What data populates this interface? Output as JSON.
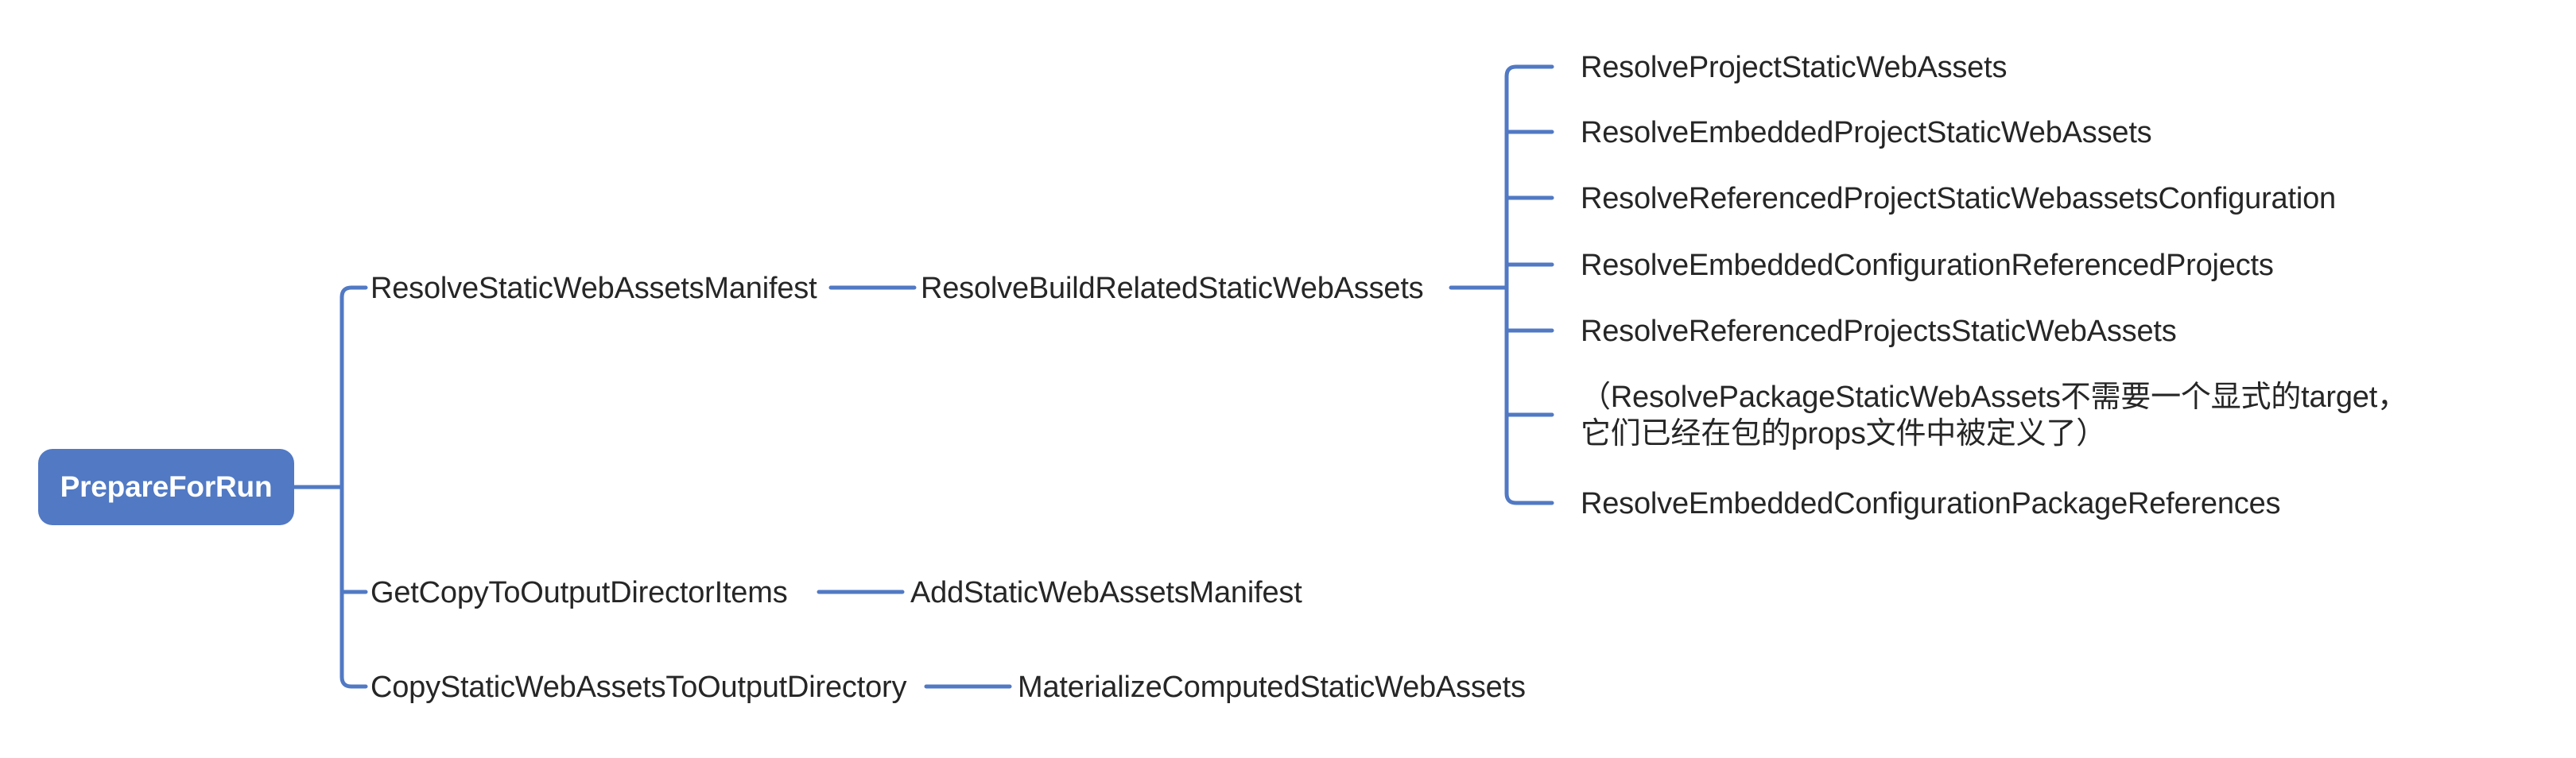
{
  "diagram": {
    "type": "mindmap",
    "title": "PrepareForRun",
    "orientation": "left-to-right",
    "colors": {
      "root_fill": "#5179c4",
      "root_text": "#ffffff",
      "connector": "#5179c4",
      "node_text": "#262626",
      "background": "#ffffff"
    }
  },
  "root": {
    "label": "PrepareForRun"
  },
  "level1": [
    {
      "label": "ResolveStaticWebAssetsManifest"
    },
    {
      "label": "GetCopyToOutputDirectorItems"
    },
    {
      "label": "CopyStaticWebAssetsToOutputDirectory"
    }
  ],
  "level2": [
    {
      "label": "ResolveBuildRelatedStaticWebAssets"
    },
    {
      "label": "AddStaticWebAssetsManifest"
    },
    {
      "label": "MaterializeComputedStaticWebAssets"
    }
  ],
  "level3": [
    {
      "label": "ResolveProjectStaticWebAssets"
    },
    {
      "label": "ResolveEmbeddedProjectStaticWebAssets"
    },
    {
      "label": "ResolveReferencedProjectStaticWebassetsConfiguration"
    },
    {
      "label": "ResolveEmbeddedConfigurationReferencedProjects"
    },
    {
      "label": "ResolveReferencedProjectsStaticWebAssets"
    },
    {
      "label": "（ResolvePackageStaticWebAssets不需要一个显式的target，它们已经在包的props文件中被定义了）"
    },
    {
      "label": "ResolveEmbeddedConfigurationPackageReferences"
    }
  ]
}
